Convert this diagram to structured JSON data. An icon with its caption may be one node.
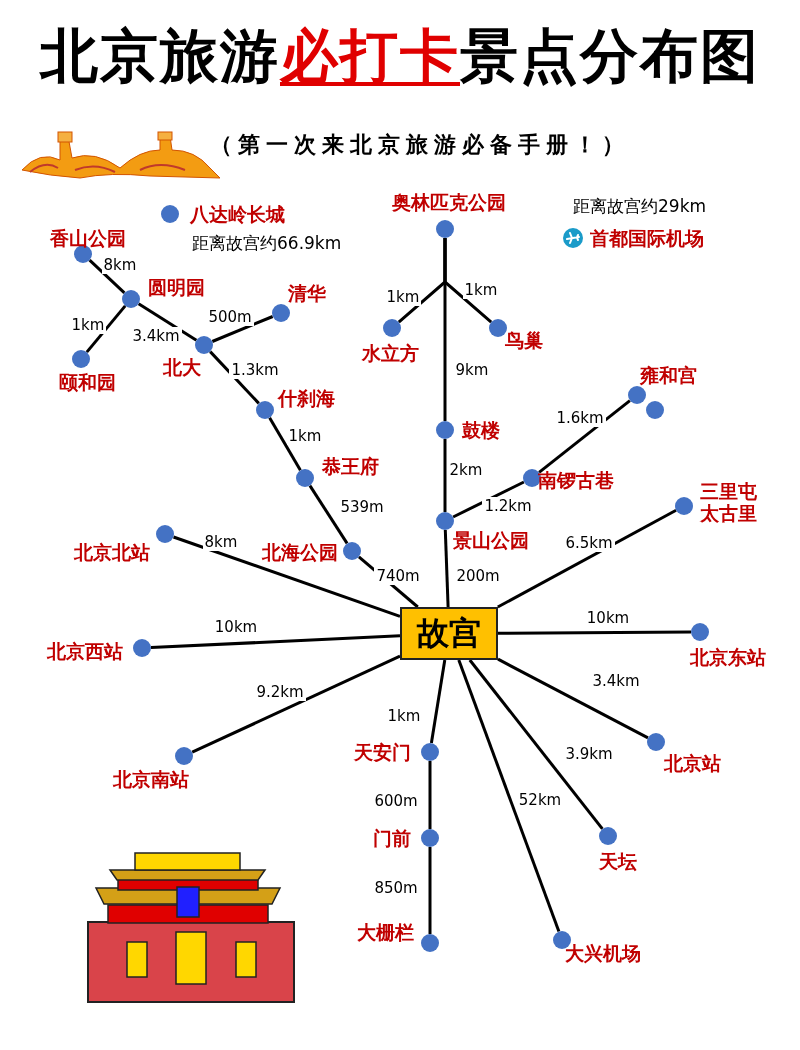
{
  "diagram": {
    "title": "北京旅游**必打卡**景点分布图",
    "nodes": [
      {
        "text": [
          "故宫"
        ]
      },
      {
        "text": [
          "八达岭长城"
        ],
        "beside": [
          "距离故宫约66.9km"
        ]
      },
      {
        "text": [
          "香山公园"
        ]
      },
      {
        "text": [
          "圆明园"
        ]
      },
      {
        "text": [
          "颐和园"
        ]
      },
      {
        "text": [
          "北大"
        ]
      },
      {
        "text": [
          "清华"
        ]
      },
      {
        "text": [
          "什刹海"
        ]
      },
      {
        "text": [
          "恭王府"
        ]
      },
      {
        "text": [
          "北海公园"
        ]
      },
      {
        "text": [
          "奥林匹克公园"
        ]
      },
      {
        "text": [
          "水立方"
        ]
      },
      {
        "text": [
          "鸟巢"
        ]
      },
      {
        "text": [
          "鼓楼"
        ]
      },
      {
        "text": [
          "南锣古巷"
        ]
      },
      {
        "text": [
          "雍和宫"
        ]
      },
      {
        "text": [],
        "shape": "circle"
      },
      {
        "text": [
          "景山公园"
        ]
      },
      {
        "text": [
          "三里屯太古里"
        ]
      },
      {
        "text": [
          "北京北站"
        ]
      },
      {
        "text": [
          "北京西站"
        ]
      },
      {
        "text": [
          "北京东站"
        ]
      },
      {
        "text": [
          "北京南站"
        ]
      },
      {
        "text": [
          "天安门"
        ]
      },
      {
        "text": [
          "门前"
        ]
      },
      {
        "text": [
          "大栅栏"
        ]
      },
      {
        "text": [
          "大兴机场"
        ]
      },
      {
        "text": [
          "天坛"
        ]
      },
      {
        "text": [
          "北京站"
        ]
      },
      {
        "text": [
          "首都国际机场"
        ],
        "beside": [
          "距离故宫约29km"
        ]
      }
    ],
    "edges": [
      {
        "from": 2,
        "to": 3,
        "arrow": "none",
        "label": "8km"
      },
      {
        "from": 3,
        "to": 4,
        "arrow": "none",
        "label": "1km"
      },
      {
        "from": 3,
        "to": 5,
        "arrow": "none",
        "label": "3.4km"
      },
      {
        "from": 5,
        "to": 6,
        "arrow": "none",
        "label": "500m"
      },
      {
        "from": 5,
        "to": 7,
        "arrow": "none",
        "label": "1.3km"
      },
      {
        "from": 7,
        "to": 8,
        "arrow": "none",
        "label": "1km"
      },
      {
        "from": 8,
        "to": 9,
        "arrow": "none",
        "label": "539m"
      },
      {
        "from": 9,
        "to": 0,
        "arrow": "none",
        "label": "740m"
      },
      {
        "from": 10,
        "to": 11,
        "arrow": "none",
        "label": "1km"
      },
      {
        "from": 10,
        "to": 12,
        "arrow": "none",
        "label": "1km"
      },
      {
        "from": 10,
        "to": 13,
        "arrow": "none",
        "label": "9km"
      },
      {
        "from": 13,
        "to": 17,
        "arrow": "none",
        "label": "2km"
      },
      {
        "from": 17,
        "to": 14,
        "arrow": "none",
        "label": "1.2km"
      },
      {
        "from": 14,
        "to": 15,
        "arrow": "none",
        "label": "1.6km"
      },
      {
        "from": 17,
        "to": 0,
        "arrow": "none",
        "label": "200m"
      },
      {
        "from": 0,
        "to": 18,
        "arrow": "none",
        "label": "6.5km"
      },
      {
        "from": 0,
        "to": 19,
        "arrow": "none",
        "label": "8km"
      },
      {
        "from": 0,
        "to": 20,
        "arrow": "none",
        "label": "10km"
      },
      {
        "from": 0,
        "to": 21,
        "arrow": "none",
        "label": "10km"
      },
      {
        "from": 0,
        "to": 22,
        "arrow": "none",
        "label": "9.2km"
      },
      {
        "from": 0,
        "to": 23,
        "arrow": "none",
        "label": "1km"
      },
      {
        "from": 23,
        "to": 24,
        "arrow": "none",
        "label": "600m"
      },
      {
        "from": 24,
        "to": 25,
        "arrow": "none",
        "label": "850m"
      },
      {
        "from": 0,
        "to": 26,
        "arrow": "none",
        "label": "52km"
      },
      {
        "from": 0,
        "to": 27,
        "arrow": "none",
        "label": "3.9km"
      },
      {
        "from": 0,
        "to": 28,
        "arrow": "none",
        "label": "3.4km"
      }
    ],
    "labels": [
      "（第一次来北京旅游必备手册！）"
    ]
  }
}
